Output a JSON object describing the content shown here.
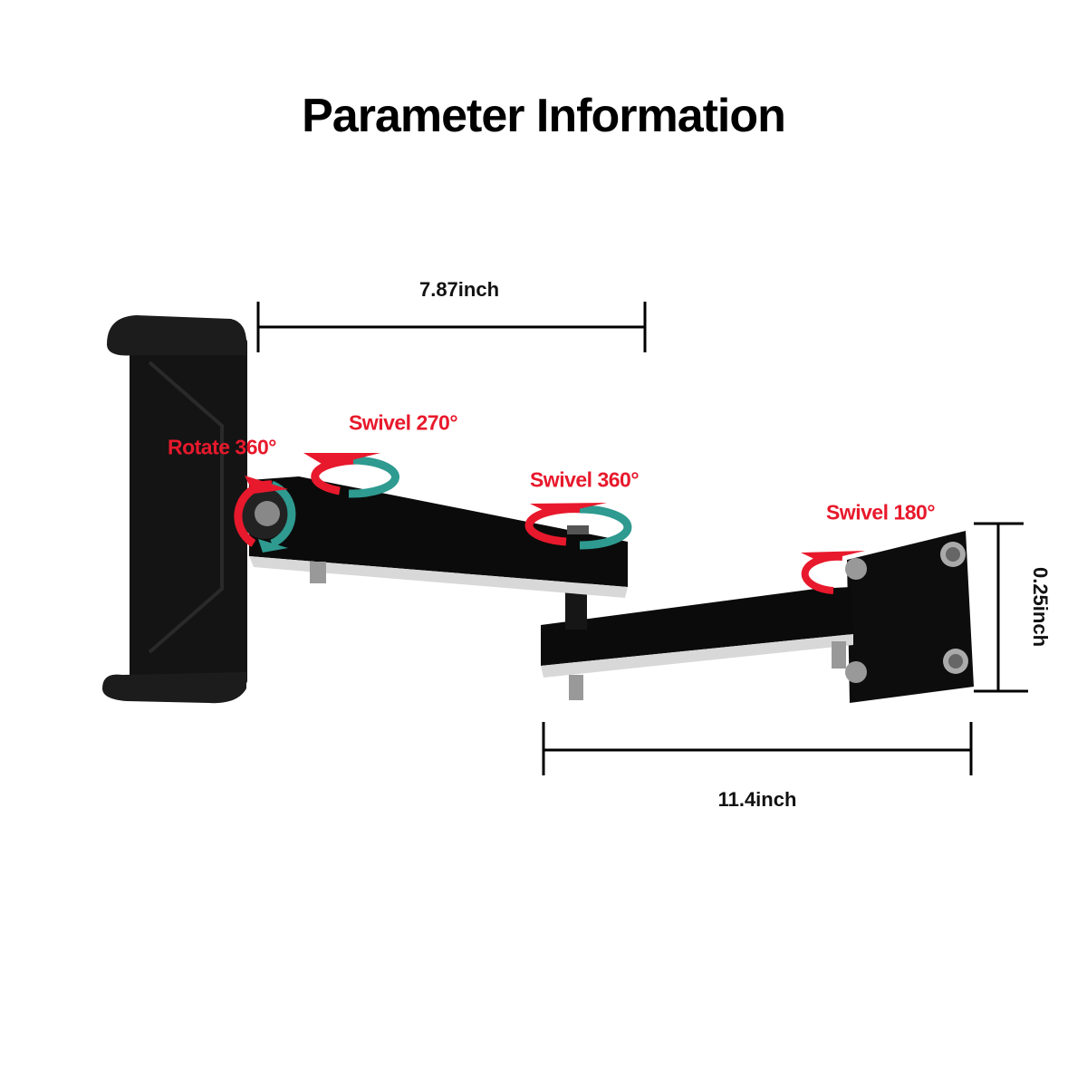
{
  "title": "Parameter Information",
  "dimensions": {
    "arm_length": "7.87inch",
    "total_length": "11.4inch",
    "plate_height": "0.25inch"
  },
  "annotations": {
    "rotate": "Rotate 360°",
    "swivel_1": "Swivel 270°",
    "swivel_2": "Swivel 360°",
    "swivel_3": "Swivel 180°"
  },
  "colors": {
    "accent_red": "#e8192c",
    "accent_teal": "#2e9a90",
    "product": "#0b0b0b"
  }
}
